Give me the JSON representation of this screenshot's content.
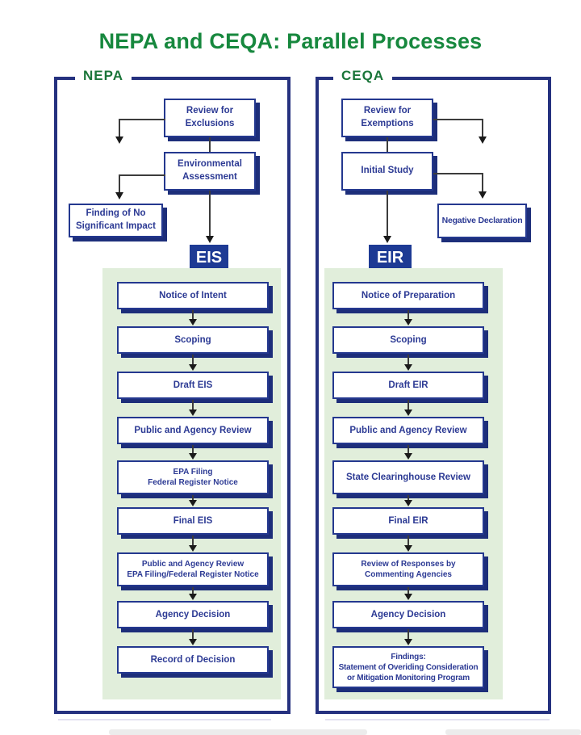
{
  "title": "NEPA and CEQA: Parallel Processes",
  "colors": {
    "title_green": "#17883e",
    "label_green": "#1a7539",
    "panel_navy": "#25317f",
    "box_border_navy": "#24388f",
    "box_shadow_navy": "#1d2e7a",
    "box_text_navy": "#2c3a94",
    "badge_navy": "#1d3a94",
    "track_pale_green": "#e1eedb",
    "connector_dark": "#3c3c3c"
  },
  "nepa": {
    "label": "NEPA",
    "review_box": "Review for\nExclusions",
    "assessment_box": "Environmental\nAssessment",
    "finding_box": "Finding of No\nSignificant Impact",
    "badge": "EIS",
    "steps": [
      "Notice of Intent",
      "Scoping",
      "Draft EIS",
      "Public and Agency Review",
      "EPA Filing\nFederal Register Notice",
      "Final EIS",
      "Public and Agency Review\nEPA Filing/Federal Register Notice",
      "Agency Decision",
      "Record of Decision"
    ]
  },
  "ceqa": {
    "label": "CEQA",
    "review_box": "Review for\nExemptions",
    "study_box": "Initial Study",
    "declaration_box": "Negative Declaration",
    "badge": "EIR",
    "steps": [
      "Notice of Preparation",
      "Scoping",
      "Draft EIR",
      "Public and Agency Review",
      "State Clearinghouse Review",
      "Final EIR",
      "Review of Responses by\nCommenting Agencies",
      "Agency Decision",
      "Findings:\nStatement of Overiding Consideration\nor Mitigation Monitoring Program"
    ]
  }
}
